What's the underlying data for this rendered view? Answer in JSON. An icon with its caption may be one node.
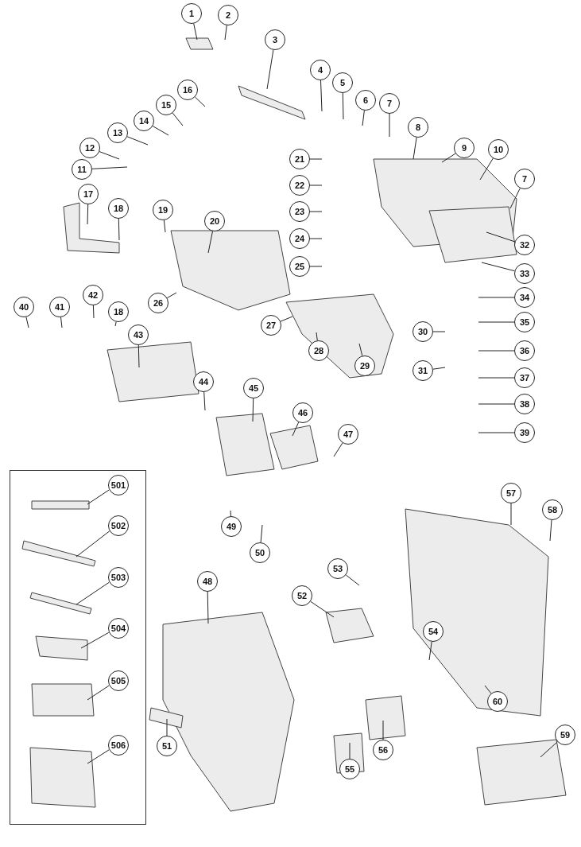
{
  "diagram": {
    "nodes": [
      {
        "text": [
          "1"
        ]
      },
      {
        "text": [
          "2"
        ]
      },
      {
        "text": [
          "3"
        ]
      },
      {
        "text": [
          "4"
        ]
      },
      {
        "text": [
          "5"
        ]
      },
      {
        "text": [
          "6"
        ]
      },
      {
        "text": [
          "7"
        ]
      },
      {
        "text": [
          "8"
        ]
      },
      {
        "text": [
          "9"
        ]
      },
      {
        "text": [
          "10"
        ]
      },
      {
        "text": [
          "7"
        ]
      },
      {
        "text": [
          "11"
        ]
      },
      {
        "text": [
          "12"
        ]
      },
      {
        "text": [
          "13"
        ]
      },
      {
        "text": [
          "14"
        ]
      },
      {
        "text": [
          "15"
        ]
      },
      {
        "text": [
          "16"
        ]
      },
      {
        "text": [
          "17"
        ]
      },
      {
        "text": [
          "18"
        ]
      },
      {
        "text": [
          "19"
        ]
      },
      {
        "text": [
          "20"
        ]
      },
      {
        "text": [
          "21"
        ]
      },
      {
        "text": [
          "22"
        ]
      },
      {
        "text": [
          "23"
        ]
      },
      {
        "text": [
          "24"
        ]
      },
      {
        "text": [
          "25"
        ]
      },
      {
        "text": [
          "26"
        ]
      },
      {
        "text": [
          "27"
        ]
      },
      {
        "text": [
          "28"
        ]
      },
      {
        "text": [
          "29"
        ]
      },
      {
        "text": [
          "30"
        ]
      },
      {
        "text": [
          "31"
        ]
      },
      {
        "text": [
          "32"
        ]
      },
      {
        "text": [
          "33"
        ]
      },
      {
        "text": [
          "34"
        ]
      },
      {
        "text": [
          "35"
        ]
      },
      {
        "text": [
          "36"
        ]
      },
      {
        "text": [
          "37"
        ]
      },
      {
        "text": [
          "38"
        ]
      },
      {
        "text": [
          "39"
        ]
      },
      {
        "text": [
          "40"
        ]
      },
      {
        "text": [
          "41"
        ]
      },
      {
        "text": [
          "42"
        ]
      },
      {
        "text": [
          "18"
        ]
      },
      {
        "text": [
          "43"
        ]
      },
      {
        "text": [
          "44"
        ]
      },
      {
        "text": [
          "45"
        ]
      },
      {
        "text": [
          "46"
        ]
      },
      {
        "text": [
          "47"
        ]
      },
      {
        "text": [
          "48"
        ]
      },
      {
        "text": [
          "49"
        ]
      },
      {
        "text": [
          "50"
        ]
      },
      {
        "text": [
          "51"
        ]
      },
      {
        "text": [
          "52"
        ]
      },
      {
        "text": [
          "53"
        ]
      },
      {
        "text": [
          "54"
        ]
      },
      {
        "text": [
          "55"
        ]
      },
      {
        "text": [
          "56"
        ]
      },
      {
        "text": [
          "57"
        ]
      },
      {
        "text": [
          "58"
        ]
      },
      {
        "text": [
          "59"
        ]
      },
      {
        "text": [
          "60"
        ]
      },
      {
        "text": [],
        "shape": "box"
      },
      {
        "text": [
          "501"
        ],
        "in": 62
      },
      {
        "text": [
          "502"
        ],
        "in": 62
      },
      {
        "text": [
          "503"
        ],
        "in": 62
      },
      {
        "text": [
          "504"
        ],
        "in": 62
      },
      {
        "text": [
          "505"
        ],
        "in": 62
      },
      {
        "text": [
          "506"
        ],
        "in": 62
      }
    ],
    "edges": [
      {
        "from": 0,
        "to": null,
        "arrow": "none"
      },
      {
        "from": 1,
        "to": null,
        "arrow": "none"
      },
      {
        "from": 2,
        "to": null,
        "arrow": "none"
      },
      {
        "from": 3,
        "to": null,
        "arrow": "none"
      },
      {
        "from": 4,
        "to": null,
        "arrow": "none"
      },
      {
        "from": 5,
        "to": null,
        "arrow": "none"
      },
      {
        "from": 6,
        "to": null,
        "arrow": "none"
      },
      {
        "from": 7,
        "to": null,
        "arrow": "none"
      },
      {
        "from": 8,
        "to": null,
        "arrow": "none"
      },
      {
        "from": 9,
        "to": null,
        "arrow": "none"
      },
      {
        "from": 10,
        "to": null,
        "arrow": "none"
      },
      {
        "from": 11,
        "to": null,
        "arrow": "none"
      },
      {
        "from": 12,
        "to": null,
        "arrow": "none"
      },
      {
        "from": 13,
        "to": null,
        "arrow": "none"
      },
      {
        "from": 14,
        "to": null,
        "arrow": "none"
      },
      {
        "from": 15,
        "to": null,
        "arrow": "none"
      },
      {
        "from": 16,
        "to": null,
        "arrow": "none"
      },
      {
        "from": 17,
        "to": null,
        "arrow": "none"
      },
      {
        "from": 18,
        "to": null,
        "arrow": "none"
      },
      {
        "from": 19,
        "to": null,
        "arrow": "none"
      },
      {
        "from": 20,
        "to": null,
        "arrow": "none"
      },
      {
        "from": 21,
        "to": null,
        "arrow": "none"
      },
      {
        "from": 22,
        "to": null,
        "arrow": "none"
      },
      {
        "from": 23,
        "to": null,
        "arrow": "none"
      },
      {
        "from": 24,
        "to": null,
        "arrow": "none"
      },
      {
        "from": 25,
        "to": null,
        "arrow": "none"
      },
      {
        "from": 26,
        "to": null,
        "arrow": "none"
      },
      {
        "from": 27,
        "to": null,
        "arrow": "none"
      },
      {
        "from": 28,
        "to": null,
        "arrow": "none"
      },
      {
        "from": 29,
        "to": null,
        "arrow": "none"
      },
      {
        "from": 30,
        "to": null,
        "arrow": "none"
      },
      {
        "from": 31,
        "to": null,
        "arrow": "none"
      },
      {
        "from": 32,
        "to": null,
        "arrow": "none"
      },
      {
        "from": 33,
        "to": null,
        "arrow": "none"
      },
      {
        "from": 34,
        "to": null,
        "arrow": "none"
      },
      {
        "from": 35,
        "to": null,
        "arrow": "none"
      },
      {
        "from": 36,
        "to": null,
        "arrow": "none"
      },
      {
        "from": 37,
        "to": null,
        "arrow": "none"
      },
      {
        "from": 38,
        "to": null,
        "arrow": "none"
      },
      {
        "from": 39,
        "to": null,
        "arrow": "none"
      },
      {
        "from": 40,
        "to": null,
        "arrow": "none"
      },
      {
        "from": 41,
        "to": null,
        "arrow": "none"
      },
      {
        "from": 42,
        "to": null,
        "arrow": "none"
      },
      {
        "from": 43,
        "to": null,
        "arrow": "none"
      },
      {
        "from": 44,
        "to": null,
        "arrow": "none"
      },
      {
        "from": 45,
        "to": null,
        "arrow": "none"
      },
      {
        "from": 46,
        "to": null,
        "arrow": "none"
      },
      {
        "from": 47,
        "to": null,
        "arrow": "none"
      },
      {
        "from": 48,
        "to": null,
        "arrow": "none"
      },
      {
        "from": 49,
        "to": null,
        "arrow": "none"
      },
      {
        "from": 50,
        "to": null,
        "arrow": "none"
      },
      {
        "from": 51,
        "to": null,
        "arrow": "none"
      },
      {
        "from": 52,
        "to": null,
        "arrow": "none"
      },
      {
        "from": 53,
        "to": null,
        "arrow": "none"
      },
      {
        "from": 54,
        "to": null,
        "arrow": "none"
      },
      {
        "from": 55,
        "to": null,
        "arrow": "none"
      },
      {
        "from": 56,
        "to": null,
        "arrow": "none"
      },
      {
        "from": 57,
        "to": null,
        "arrow": "none"
      },
      {
        "from": 58,
        "to": null,
        "arrow": "none"
      },
      {
        "from": 59,
        "to": null,
        "arrow": "none"
      },
      {
        "from": 60,
        "to": null,
        "arrow": "none"
      },
      {
        "from": 61,
        "to": null,
        "arrow": "none"
      },
      {
        "from": 63,
        "to": null,
        "arrow": "none"
      },
      {
        "from": 64,
        "to": null,
        "arrow": "none"
      },
      {
        "from": 65,
        "to": null,
        "arrow": "none"
      },
      {
        "from": 66,
        "to": null,
        "arrow": "none"
      },
      {
        "from": 67,
        "to": null,
        "arrow": "none"
      },
      {
        "from": 68,
        "to": null,
        "arrow": "none"
      }
    ]
  }
}
